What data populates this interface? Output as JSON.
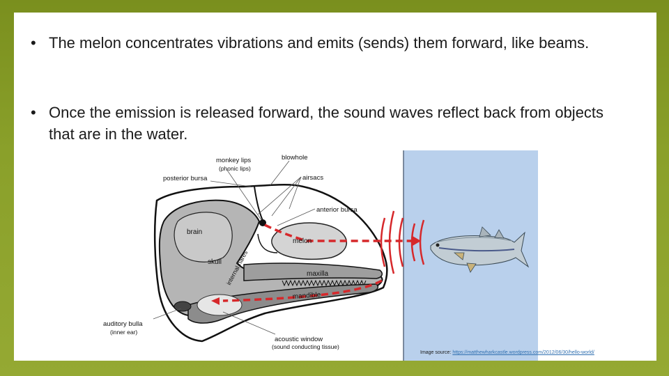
{
  "slide": {
    "bullets": [
      {
        "marker": "•",
        "text": "The melon concentrates vibrations and emits (sends) them forward, like beams."
      },
      {
        "marker": "•",
        "text": "Once the emission is released forward, the sound waves reflect back from objects that are in the water."
      }
    ],
    "figure": {
      "labels": {
        "monkey_lips": "monkey lips",
        "phonic_lips": "(phonic lips)",
        "blowhole": "blowhole",
        "posterior_bursa": "posterior bursa",
        "airsacs": "airsacs",
        "anterior_bursa": "anterior bursa",
        "brain": "brain",
        "melon": "melon",
        "skull": "skull",
        "internal_nares": "internal nares",
        "maxilla": "maxilla",
        "mandible": "mandible",
        "auditory_bulla": "auditory bulla",
        "inner_ear": "(inner ear)",
        "acoustic_window": "acoustic window",
        "sound_conducting_tissue": "(sound conducting tissue)"
      },
      "colors": {
        "water": "#b9d0ec",
        "bone": "#b5b5b5",
        "soft_tissue": "#d4d4d4",
        "beam": "#d6282b"
      }
    },
    "image_source": {
      "label": "Image source:",
      "url": "https://matthewharkcastle.wordpress.com/2012/06/30/hello-world/"
    }
  }
}
